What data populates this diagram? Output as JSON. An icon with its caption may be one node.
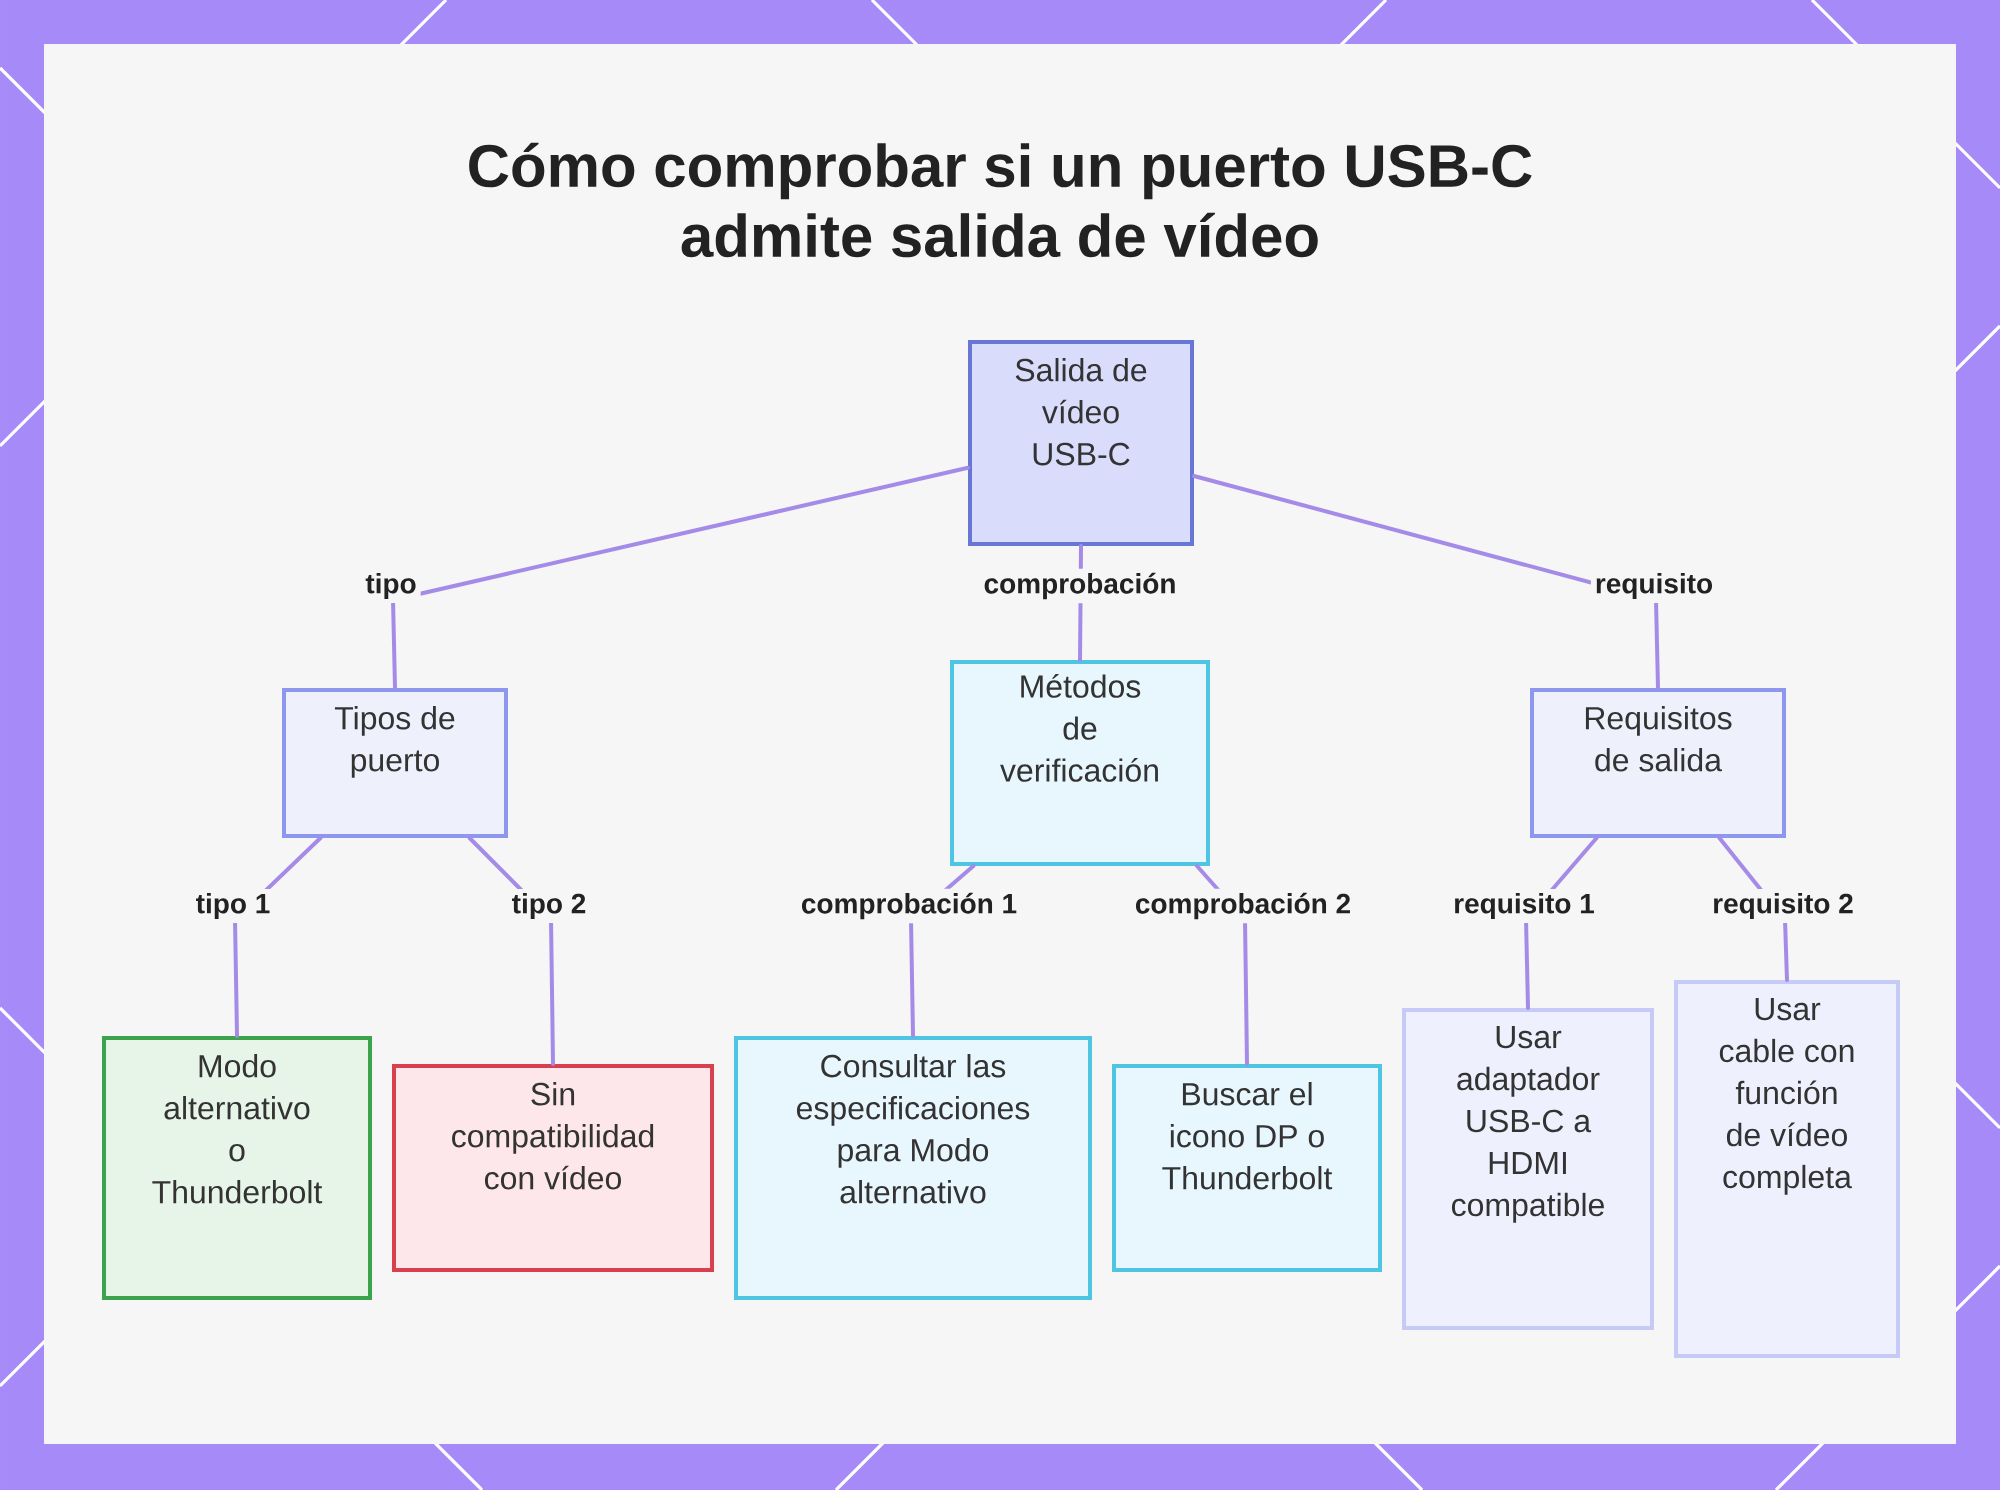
{
  "diagram": {
    "title": "Cómo comprobar si un puerto USB-C admite salida de vídeo",
    "nodes": [
      {
        "text": [
          "Salida de vídeo USB-C"
        ]
      },
      {
        "text": [
          "Tipos de puerto"
        ]
      },
      {
        "text": [
          "Métodos de verificación"
        ]
      },
      {
        "text": [
          "Requisitos de salida"
        ]
      },
      {
        "text": [
          "Modo alternativo o Thunderbolt"
        ]
      },
      {
        "text": [
          "Sin compatibilidad con vídeo"
        ]
      },
      {
        "text": [
          "Consultar las especificaciones para Modo alternativo"
        ]
      },
      {
        "text": [
          "Buscar el icono DP o Thunderbolt"
        ]
      },
      {
        "text": [
          "Usar adaptador USB-C a HDMI compatible"
        ]
      },
      {
        "text": [
          "Usar cable con función de vídeo completa"
        ]
      }
    ],
    "edges": [
      {
        "from": 0,
        "to": 1,
        "arrow": "none",
        "label": "tipo"
      },
      {
        "from": 0,
        "to": 2,
        "arrow": "none",
        "label": "comprobación"
      },
      {
        "from": 0,
        "to": 3,
        "arrow": "none",
        "label": "requisito"
      },
      {
        "from": 1,
        "to": 4,
        "arrow": "none",
        "label": "tipo 1"
      },
      {
        "from": 1,
        "to": 5,
        "arrow": "none",
        "label": "tipo 2"
      },
      {
        "from": 2,
        "to": 6,
        "arrow": "none",
        "label": "comprobación 1"
      },
      {
        "from": 2,
        "to": 7,
        "arrow": "none",
        "label": "comprobación 2"
      },
      {
        "from": 3,
        "to": 8,
        "arrow": "none",
        "label": "requisito 1"
      },
      {
        "from": 3,
        "to": 9,
        "arrow": "none",
        "label": "requisito 2"
      }
    ]
  }
}
